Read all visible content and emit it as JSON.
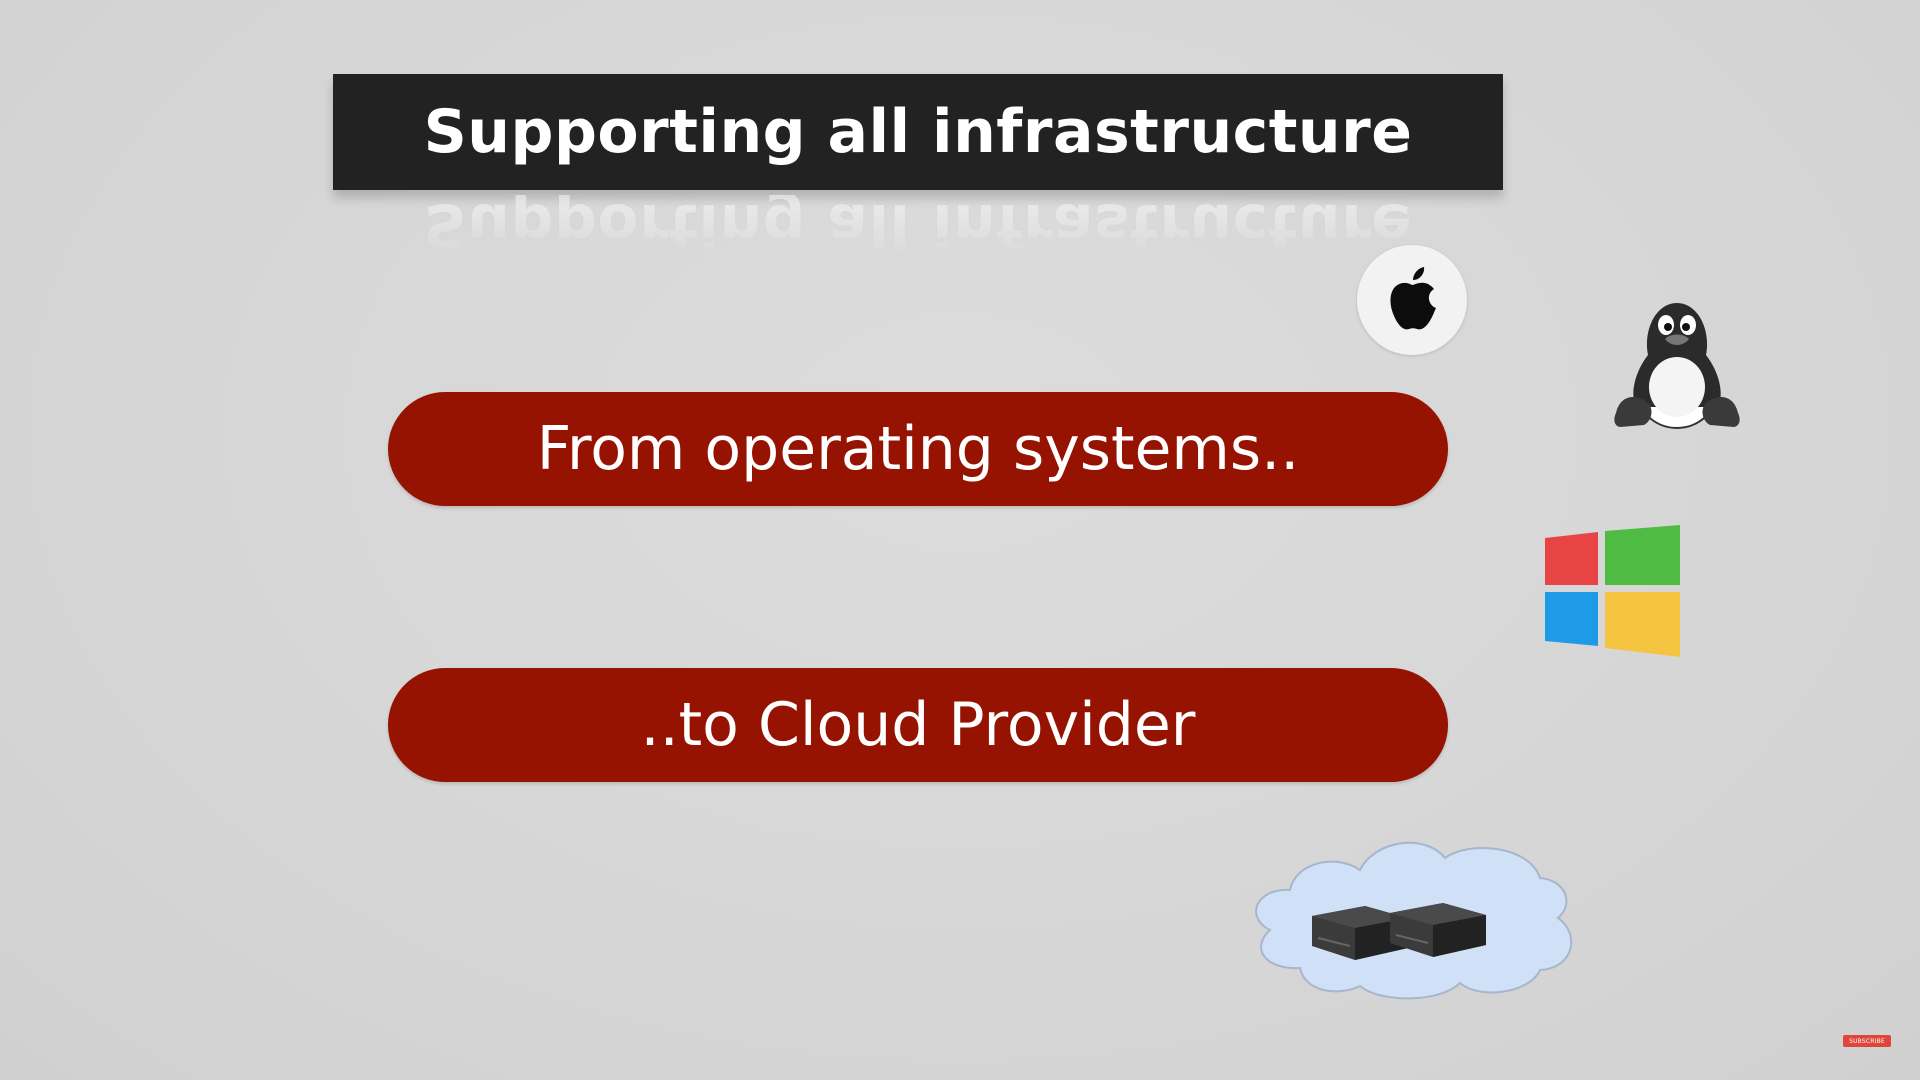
{
  "slide": {
    "title": "Supporting all infrastructure",
    "point_1": "From operating systems..",
    "point_2": "..to Cloud Provider"
  },
  "icons": {
    "apple": "apple-logo-icon",
    "linux": "linux-penguin-icon",
    "windows": "windows-logo-icon",
    "cloud": "cloud-servers-icon"
  },
  "colors": {
    "title_bar": "#222222",
    "pill": "#951300",
    "windows_red": "#e74545",
    "windows_green": "#4fbb43",
    "windows_blue": "#1e9be6",
    "windows_yellow": "#f5c542",
    "cloud_fill": "#cfe0f7"
  },
  "watermark": {
    "subscribe_label": "SUBSCRIBE"
  }
}
